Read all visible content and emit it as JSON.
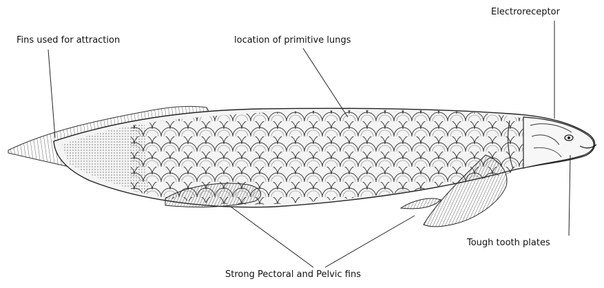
{
  "labels": {
    "fins_attraction": "Fins used for attraction",
    "primitive_lungs": "location of primitive lungs",
    "electroreceptor": "Electroreceptor",
    "tooth_plates": "Tough tooth plates",
    "pectoral_pelvic": "Strong Pectoral and Pelvic fins"
  },
  "colors": {
    "ink": "#111111",
    "leader": "#222222",
    "body": "#f4f4f4",
    "shade": "#9a9a9a"
  }
}
